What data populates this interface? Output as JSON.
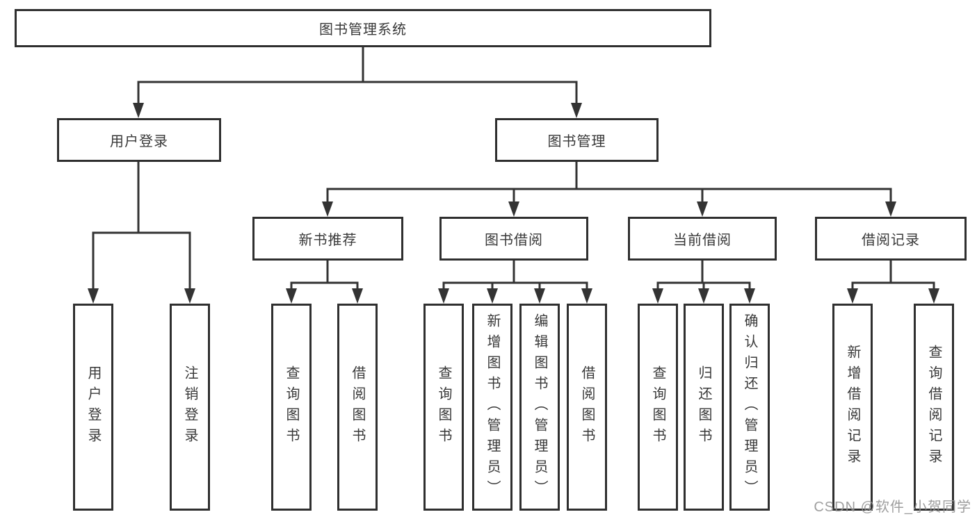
{
  "diagram_type": "hierarchy-tree",
  "nodes": {
    "root": {
      "label": "图书管理系统"
    },
    "user_login": {
      "label": "用户登录"
    },
    "book_mgmt": {
      "label": "图书管理"
    },
    "new_book_rec": {
      "label": "新书推荐"
    },
    "book_borrow": {
      "label": "图书借阅"
    },
    "current_borrow": {
      "label": "当前借阅"
    },
    "borrow_records": {
      "label": "借阅记录"
    },
    "leaf_user_login": {
      "label": "用户登录"
    },
    "leaf_logout": {
      "label": "注销登录"
    },
    "leaf_query_books_rec": {
      "label": "查询图书"
    },
    "leaf_borrow_books_rec": {
      "label": "借阅图书"
    },
    "leaf_query_books_borrow": {
      "label": "查询图书"
    },
    "leaf_add_book": {
      "label": "新增图书（管理员）"
    },
    "leaf_edit_book": {
      "label": "编辑图书（管理员）"
    },
    "leaf_borrow_books": {
      "label": "借阅图书"
    },
    "leaf_query_books_current": {
      "label": "查询图书"
    },
    "leaf_return_book": {
      "label": "归还图书"
    },
    "leaf_confirm_return": {
      "label": "确认归还（管理员）"
    },
    "leaf_add_borrow_record": {
      "label": "新增借阅记录"
    },
    "leaf_query_borrow_record": {
      "label": "查询借阅记录"
    }
  },
  "hierarchy": {
    "root": "图书管理系统",
    "children": {
      "用户登录": [
        "用户登录",
        "注销登录"
      ],
      "图书管理": {
        "新书推荐": [
          "查询图书",
          "借阅图书"
        ],
        "图书借阅": [
          "查询图书",
          "新增图书（管理员）",
          "编辑图书（管理员）",
          "借阅图书"
        ],
        "当前借阅": [
          "查询图书",
          "归还图书",
          "确认归还（管理员）"
        ],
        "借阅记录": [
          "新增借阅记录",
          "查询借阅记录"
        ]
      }
    }
  },
  "watermark": {
    "text": "CSDN @软件_小贺同学"
  },
  "colors": {
    "line": "#333333",
    "box_border": "#2f2f2f",
    "text": "#383838",
    "watermark": "#949494",
    "background": "#ffffff"
  }
}
